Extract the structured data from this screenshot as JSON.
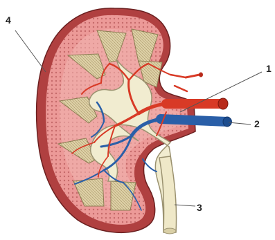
{
  "labels": {
    "one": "1",
    "two": "2",
    "three": "3",
    "four": "4"
  },
  "colors": {
    "capsule": "#b04040",
    "cortex": "#ec9a98",
    "cortex_light": "#f3b7b3",
    "pyramid": "#ddd0a6",
    "pyramid_line": "#8a7a50",
    "pelvis": "#f1ecd0",
    "pelvis_outline": "#9b9270",
    "artery": "#d83a26",
    "vein": "#2a5fa8",
    "leader": "#555555",
    "text": "#222222"
  }
}
